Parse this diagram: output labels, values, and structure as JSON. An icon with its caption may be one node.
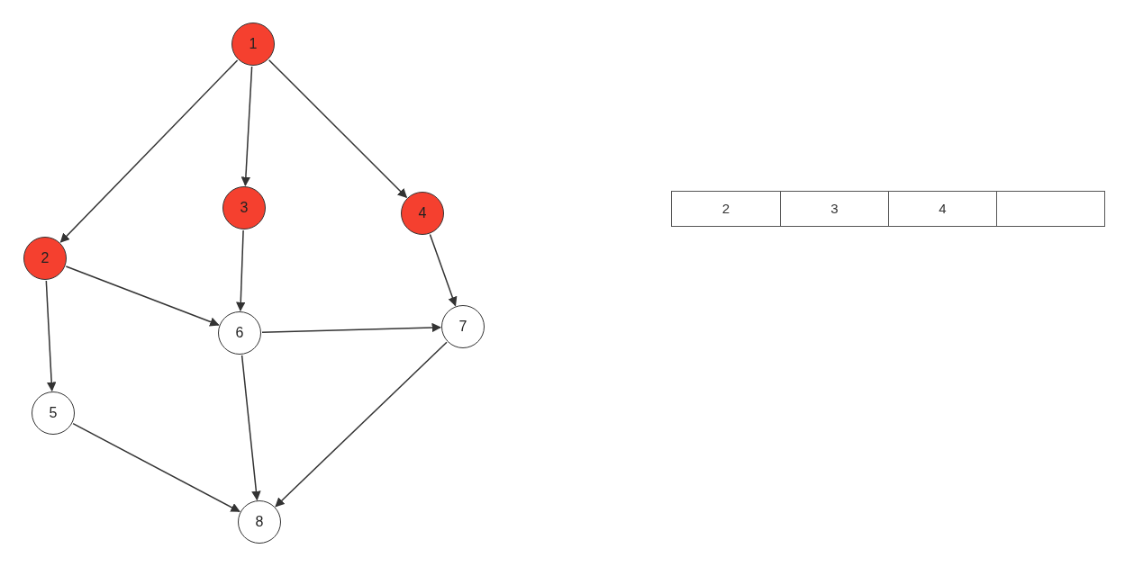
{
  "diagram": {
    "nodes": [
      {
        "text": [
          "1"
        ]
      },
      {
        "text": [
          "2"
        ]
      },
      {
        "text": [
          "3"
        ]
      },
      {
        "text": [
          "4"
        ]
      },
      {
        "text": [
          "5"
        ]
      },
      {
        "text": [
          "6"
        ]
      },
      {
        "text": [
          "7"
        ]
      },
      {
        "text": [
          "8"
        ]
      }
    ],
    "edges": [
      {
        "from": 0,
        "to": 1,
        "arrow": "to"
      },
      {
        "from": 0,
        "to": 2,
        "arrow": "to"
      },
      {
        "from": 0,
        "to": 3,
        "arrow": "to"
      },
      {
        "from": 2,
        "to": 5,
        "arrow": "to"
      },
      {
        "from": 3,
        "to": 6,
        "arrow": "to"
      },
      {
        "from": 1,
        "to": 5,
        "arrow": "to"
      },
      {
        "from": 1,
        "to": 4,
        "arrow": "to"
      },
      {
        "from": 5,
        "to": 6,
        "arrow": "to"
      },
      {
        "from": 5,
        "to": 7,
        "arrow": "to"
      },
      {
        "from": 4,
        "to": 7,
        "arrow": "to"
      },
      {
        "from": 6,
        "to": 7,
        "arrow": "to"
      }
    ],
    "labels": [
      "2",
      "3",
      "4"
    ]
  }
}
